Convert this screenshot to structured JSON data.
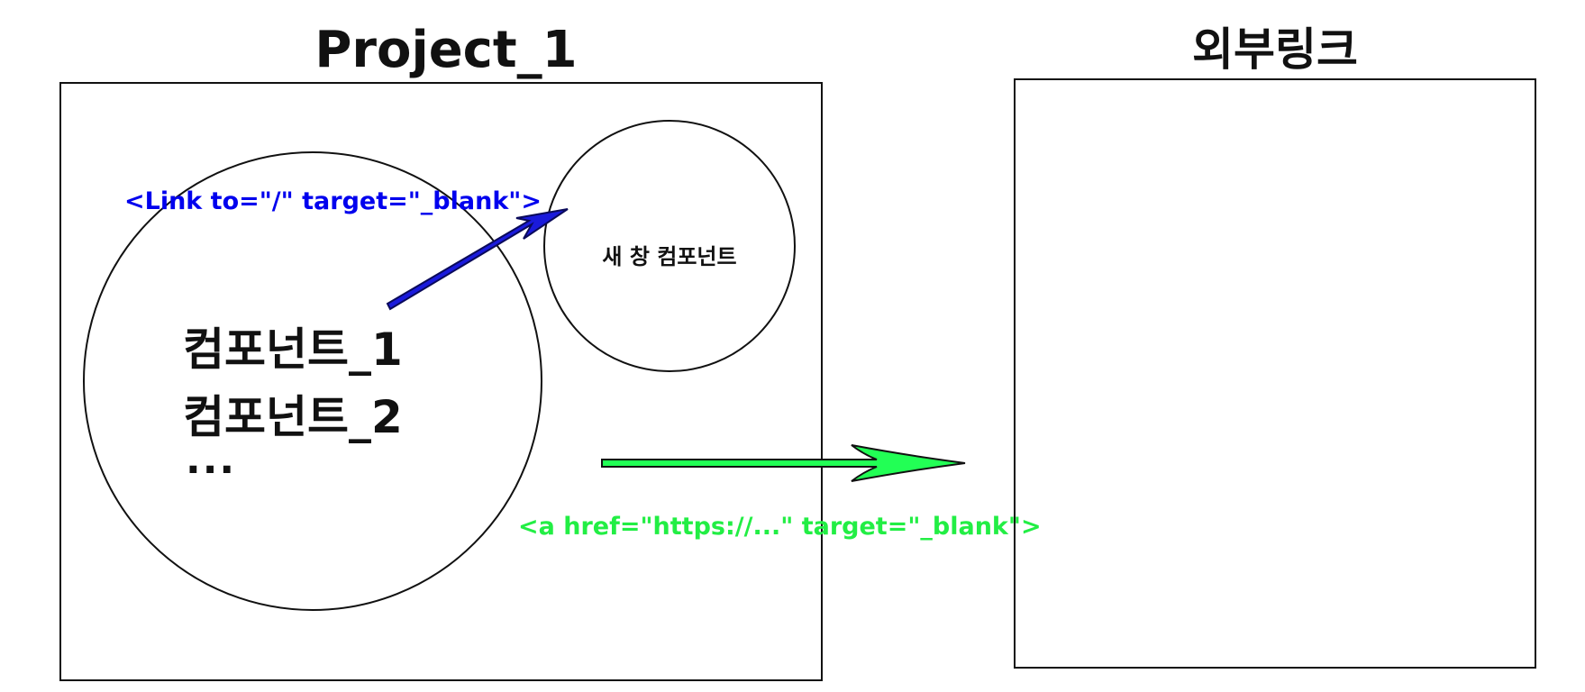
{
  "project": {
    "title": "Project_1",
    "components": [
      "컴포넌트_1",
      "컴포넌트_2",
      "..."
    ]
  },
  "new_window": {
    "label": "새 창 컴포넌트"
  },
  "external": {
    "title": "외부링크"
  },
  "links": {
    "internal_code": "<Link to=\"/\" target=\"_blank\">",
    "external_code": "<a href=\"https://...\" target=\"_blank\">"
  },
  "colors": {
    "internal": "#0000ee",
    "internal_arrow_fill": "#1a1adb",
    "internal_arrow_stroke": "#0a0a5a",
    "external": "#22ee44",
    "external_arrow_fill": "#22ff55",
    "ink": "#111111"
  }
}
